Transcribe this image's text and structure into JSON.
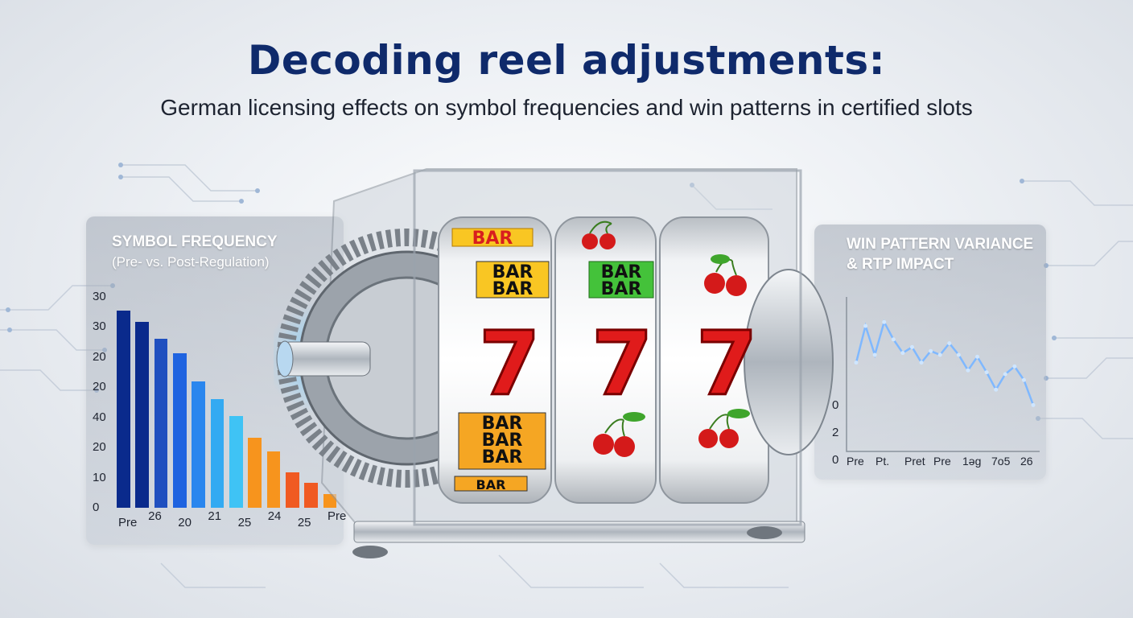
{
  "header": {
    "title": "Decoding reel adjustments:",
    "subtitle": "German licensing effects on symbol frequencies and win patterns in certified slots"
  },
  "left_panel": {
    "heading": "SYMBOL FREQUENCY",
    "subheading": "(Pre- vs. Post-Regulation)"
  },
  "right_panel": {
    "heading_line1": "WIN PATTERN VARIANCE",
    "heading_line2": "& RTP IMPACT"
  },
  "reels": {
    "symbols": [
      "BAR",
      "7",
      "cherries"
    ],
    "bar_text": "BAR"
  },
  "colors": {
    "title": "#0f2a6b",
    "bar_dark_blue": "#0a2a8c",
    "bar_blue": "#1f63e0",
    "bar_light_blue": "#3fc3f5",
    "bar_orange": "#f7941d",
    "bar_red_orange": "#f05a22",
    "seven_red": "#e01b1b",
    "line_blue": "#7fb8ff"
  },
  "chart_data": [
    {
      "type": "bar",
      "title": "SYMBOL FREQUENCY",
      "subtitle": "(Pre- vs. Post-Regulation)",
      "y_ticks": [
        "30",
        "30",
        "20",
        "20",
        "40",
        "20",
        "10",
        "0"
      ],
      "x_ticks": [
        "Pre",
        "26",
        "20",
        "21",
        "25",
        "24",
        "25",
        "Pre"
      ],
      "values": [
        28,
        26.5,
        24,
        22,
        18,
        15.5,
        13,
        10,
        8,
        5,
        3.5,
        2
      ],
      "ylim": [
        0,
        30
      ],
      "bar_colors": [
        "#0a2a8c",
        "#0a2a8c",
        "#1f4fbf",
        "#1f63e0",
        "#2a86ee",
        "#33aaf2",
        "#3fc3f5",
        "#f7941d",
        "#f7941d",
        "#f05a22",
        "#f05a22",
        "#f7941d"
      ]
    },
    {
      "type": "line",
      "title": "WIN PATTERN VARIANCE & RTP IMPACT",
      "y_ticks": [
        "0",
        "2",
        "0"
      ],
      "x_ticks": [
        "Pre",
        "Pt.",
        "Pret",
        "Pre",
        "1əg",
        "7o5",
        "26"
      ],
      "values": [
        4.6,
        6.5,
        5.0,
        6.7,
        5.8,
        5.1,
        5.4,
        4.6,
        5.2,
        5.0,
        5.6,
        5.0,
        4.2,
        4.9,
        4.1,
        3.2,
        4.0,
        4.4,
        3.7,
        2.4
      ],
      "ylim": [
        0,
        8
      ]
    }
  ]
}
